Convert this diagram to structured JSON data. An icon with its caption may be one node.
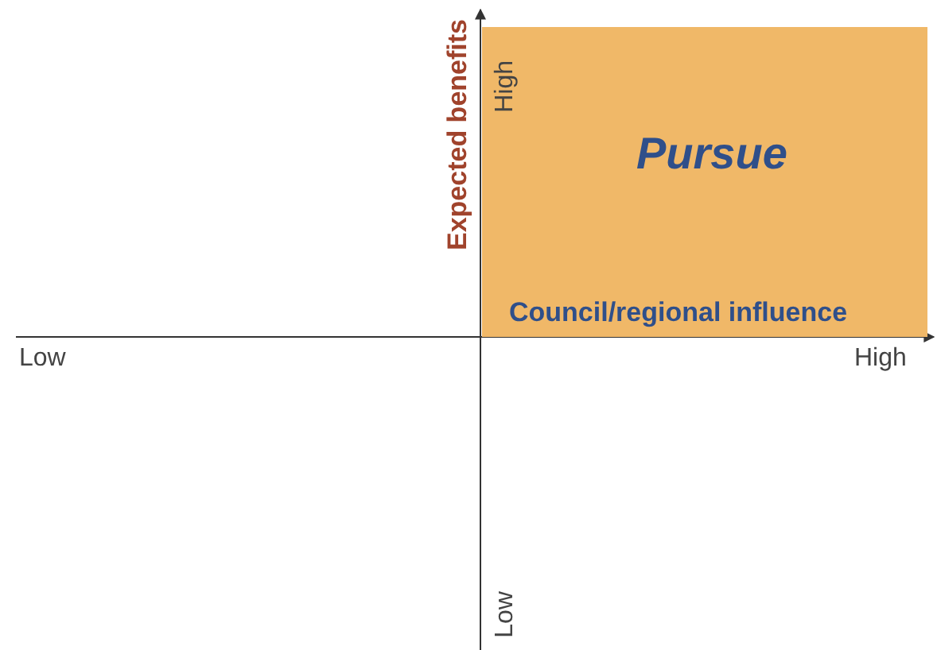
{
  "diagram": {
    "nodes": [
      {
        "text": [
          "Pursue"
        ]
      }
    ],
    "labels": [
      "Expected benefits",
      "High",
      "Council/regional influence",
      "Low",
      "High",
      "Low"
    ]
  }
}
